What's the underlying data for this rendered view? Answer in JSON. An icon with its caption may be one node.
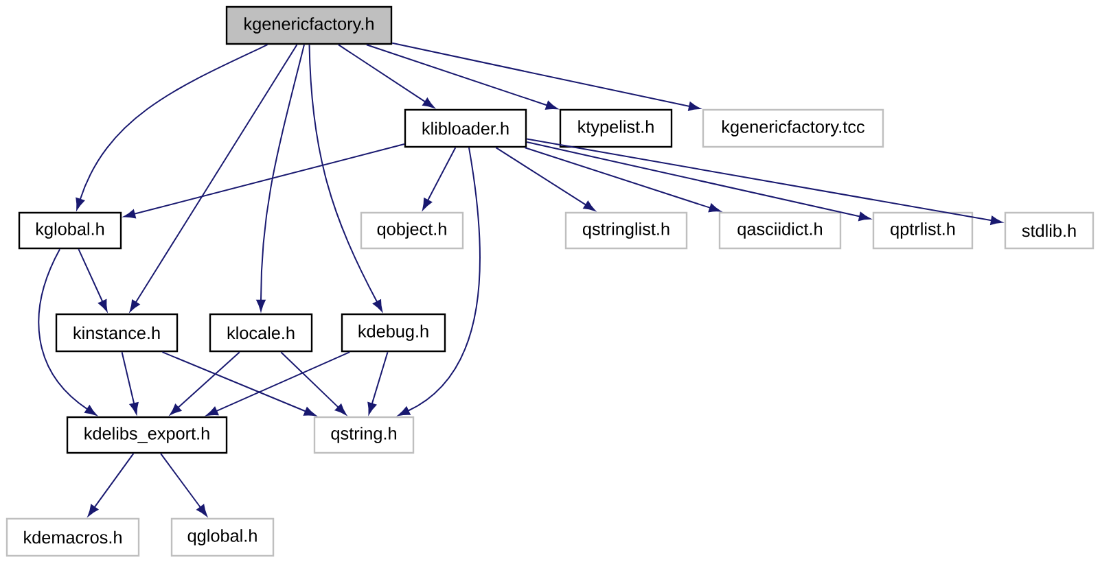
{
  "diagram": {
    "nodes": [
      {
        "text": [
          "kgenericfactory.h"
        ]
      },
      {
        "text": [
          "klibloader.h"
        ]
      },
      {
        "text": [
          "ktypelist.h"
        ]
      },
      {
        "text": [
          "kgenericfactory.tcc"
        ]
      },
      {
        "text": [
          "kglobal.h"
        ]
      },
      {
        "text": [
          "qobject.h"
        ]
      },
      {
        "text": [
          "qstringlist.h"
        ]
      },
      {
        "text": [
          "qasciidict.h"
        ]
      },
      {
        "text": [
          "qptrlist.h"
        ]
      },
      {
        "text": [
          "stdlib.h"
        ]
      },
      {
        "text": [
          "kinstance.h"
        ]
      },
      {
        "text": [
          "klocale.h"
        ]
      },
      {
        "text": [
          "kdebug.h"
        ]
      },
      {
        "text": [
          "kdelibs_export.h"
        ]
      },
      {
        "text": [
          "qstring.h"
        ]
      },
      {
        "text": [
          "kdemacros.h"
        ]
      },
      {
        "text": [
          "qglobal.h"
        ]
      }
    ],
    "edges": [
      {
        "from": 0,
        "to": 4,
        "arrow": "to"
      },
      {
        "from": 0,
        "to": 10,
        "arrow": "to"
      },
      {
        "from": 0,
        "to": 11,
        "arrow": "to"
      },
      {
        "from": 0,
        "to": 12,
        "arrow": "to"
      },
      {
        "from": 0,
        "to": 1,
        "arrow": "to"
      },
      {
        "from": 0,
        "to": 2,
        "arrow": "to"
      },
      {
        "from": 0,
        "to": 3,
        "arrow": "to"
      },
      {
        "from": 1,
        "to": 4,
        "arrow": "to"
      },
      {
        "from": 1,
        "to": 5,
        "arrow": "to"
      },
      {
        "from": 1,
        "to": 14,
        "arrow": "to"
      },
      {
        "from": 1,
        "to": 6,
        "arrow": "to"
      },
      {
        "from": 1,
        "to": 7,
        "arrow": "to"
      },
      {
        "from": 1,
        "to": 8,
        "arrow": "to"
      },
      {
        "from": 1,
        "to": 9,
        "arrow": "to"
      },
      {
        "from": 4,
        "to": 10,
        "arrow": "to"
      },
      {
        "from": 4,
        "to": 13,
        "arrow": "to"
      },
      {
        "from": 10,
        "to": 13,
        "arrow": "to"
      },
      {
        "from": 10,
        "to": 14,
        "arrow": "to"
      },
      {
        "from": 11,
        "to": 13,
        "arrow": "to"
      },
      {
        "from": 11,
        "to": 14,
        "arrow": "to"
      },
      {
        "from": 12,
        "to": 13,
        "arrow": "to"
      },
      {
        "from": 12,
        "to": 14,
        "arrow": "to"
      },
      {
        "from": 13,
        "to": 15,
        "arrow": "to"
      },
      {
        "from": 13,
        "to": 16,
        "arrow": "to"
      }
    ]
  }
}
